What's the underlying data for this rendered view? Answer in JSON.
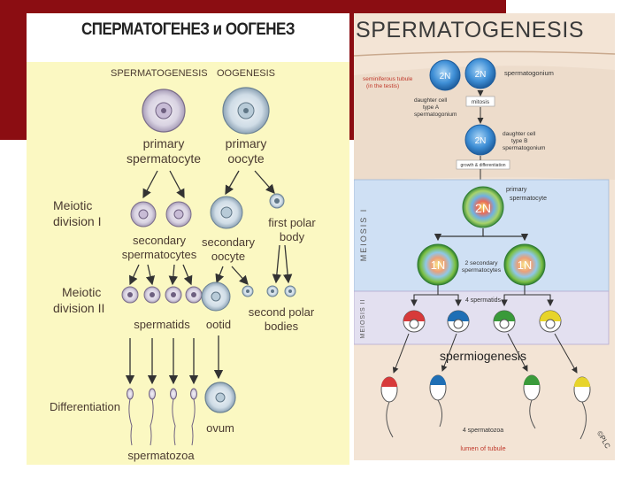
{
  "ru_title": "СПЕРМАТОГЕНЕЗ и ООГЕНЕЗ",
  "left": {
    "col_sperm": "SPERMATOGENESIS",
    "col_oo": "OOGENESIS",
    "primary_spermatocyte": [
      "primary",
      "spermatocyte"
    ],
    "primary_oocyte": [
      "primary",
      "oocyte"
    ],
    "meiotic_1": [
      "Meiotic",
      "division I"
    ],
    "secondary_spermatocytes": [
      "secondary",
      "spermatocytes"
    ],
    "secondary_oocyte": [
      "secondary",
      "oocyte"
    ],
    "first_polar_body": [
      "first polar",
      "body"
    ],
    "meiotic_2": [
      "Meiotic",
      "division II"
    ],
    "spermatids": "spermatids",
    "ootid": "ootid",
    "second_polar_bodies": [
      "second polar",
      "bodies"
    ],
    "differentiation": "Differentiation",
    "ovum": "ovum",
    "spermatozoa": "spermatozoa"
  },
  "right": {
    "title": "SPERMATOGENESIS",
    "seminiferous": [
      "seminiferous tubule",
      "(in the testis)"
    ],
    "spermatogonium": "spermatogonium",
    "n2": "2N",
    "n1": "1N",
    "daughter_a": [
      "daughter cell",
      "type A",
      "spermatogonium"
    ],
    "mitosis": "mitosis",
    "daughter_b": [
      "daughter cell",
      "type B",
      "spermatogonium"
    ],
    "growth": "growth & differentiation",
    "meiosis_1": "MEIOSIS I",
    "meiosis_2": "MEIOSIS II",
    "primary_spermatocyte": [
      "primary",
      "spermatocyte"
    ],
    "secondary_spermatocytes": [
      "2 secondary",
      "spermatocytes"
    ],
    "spermatids": "4 spermatids",
    "spermiogenesis": "spermiogenesis",
    "spermatozoa": "4 spermatozoa",
    "lumen": "lumen of tubule",
    "copyright": "©PLC"
  },
  "colors": {
    "slide_bar": "#8b0d12",
    "left_background": "#fbf8c2",
    "right_background": "#f3e4d5",
    "meiosis_band": "#cfe0f4",
    "cell_blue": "#3f8fd6",
    "cell_green": "#7bc043",
    "label_red": "#c0392b"
  },
  "icons": [
    "cell-icon",
    "arrow-icon",
    "sperm-icon",
    "ovum-icon"
  ]
}
